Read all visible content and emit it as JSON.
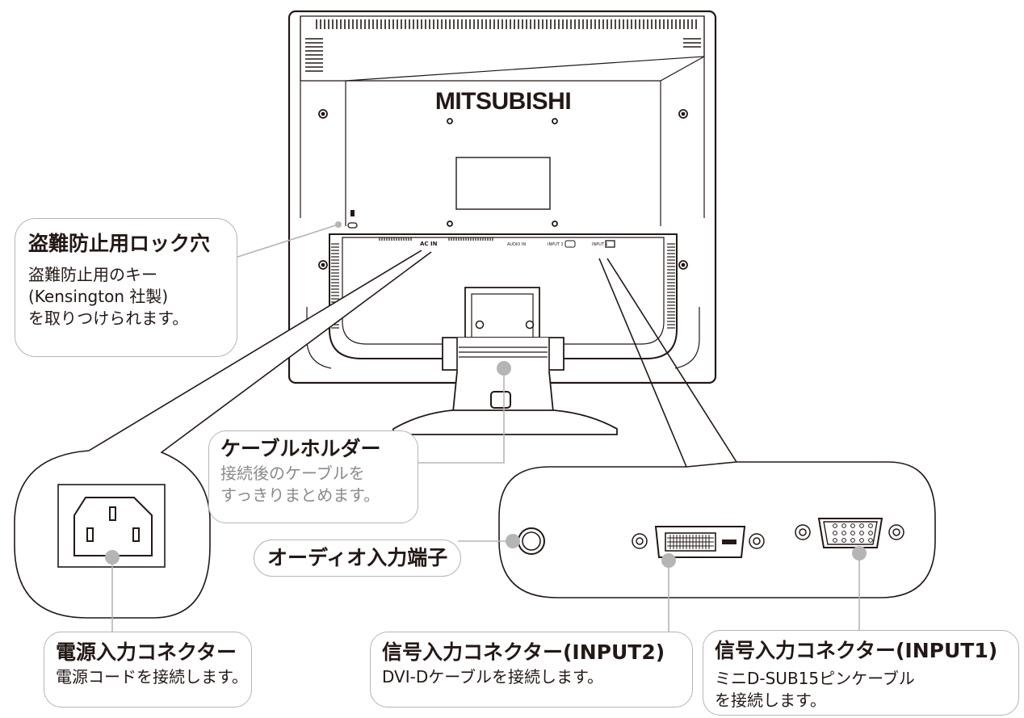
{
  "monitor": {
    "brand": "MITSUBISHI",
    "port_labels": {
      "ac_in": "AC IN",
      "audio_in": "AUDIO IN",
      "input2": "INPUT 2",
      "input1": "INPUT 1"
    }
  },
  "callouts": {
    "security_lock": {
      "title": "盗難防止用ロック穴",
      "desc_lines": [
        "盗難防止用のキー",
        "(Kensington 社製)",
        "を取りつけられます。"
      ]
    },
    "cable_holder": {
      "title": "ケーブルホルダー",
      "desc_lines": [
        "接続後のケーブルを",
        "すっきりまとめます。"
      ]
    },
    "audio_input": {
      "title": "オーディオ入力端子"
    },
    "power_connector": {
      "title": "電源入力コネクター",
      "desc": "電源コードを接続します。"
    },
    "input2": {
      "title": "信号入力コネクター(INPUT2)",
      "desc": "DVI-Dケーブルを接続します。"
    },
    "input1": {
      "title": "信号入力コネクター(INPUT1)",
      "desc_lines": [
        "ミニD-SUB15ピンケーブル",
        "を接続します。"
      ]
    }
  },
  "colors": {
    "ink": "#231815",
    "callout_border": "#b5b5b5",
    "leader_dot": "#b5b5b5",
    "secondary_text": "#8a8a8a"
  }
}
